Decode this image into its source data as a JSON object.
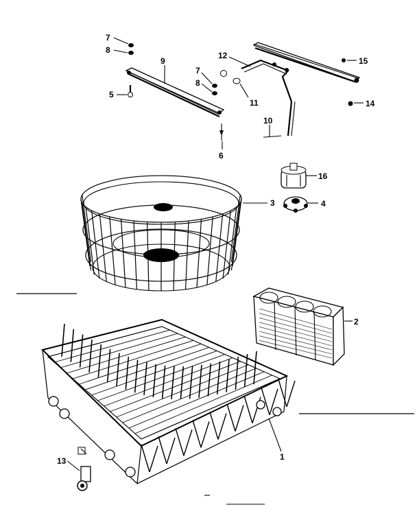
{
  "callouts": [
    {
      "id": "c7a",
      "text": "7"
    },
    {
      "id": "c8a",
      "text": "8"
    },
    {
      "id": "c9",
      "text": "9"
    },
    {
      "id": "c5",
      "text": "5"
    },
    {
      "id": "c7b",
      "text": "7"
    },
    {
      "id": "c8b",
      "text": "8"
    },
    {
      "id": "c6",
      "text": "6"
    },
    {
      "id": "c12",
      "text": "12"
    },
    {
      "id": "c11",
      "text": "11"
    },
    {
      "id": "c10",
      "text": "10"
    },
    {
      "id": "c15",
      "text": "15"
    },
    {
      "id": "c14",
      "text": "14"
    },
    {
      "id": "c16",
      "text": "16"
    },
    {
      "id": "c3",
      "text": "3"
    },
    {
      "id": "c4",
      "text": "4"
    },
    {
      "id": "c2",
      "text": "2"
    },
    {
      "id": "c1",
      "text": "1"
    },
    {
      "id": "c13",
      "text": "13"
    }
  ]
}
